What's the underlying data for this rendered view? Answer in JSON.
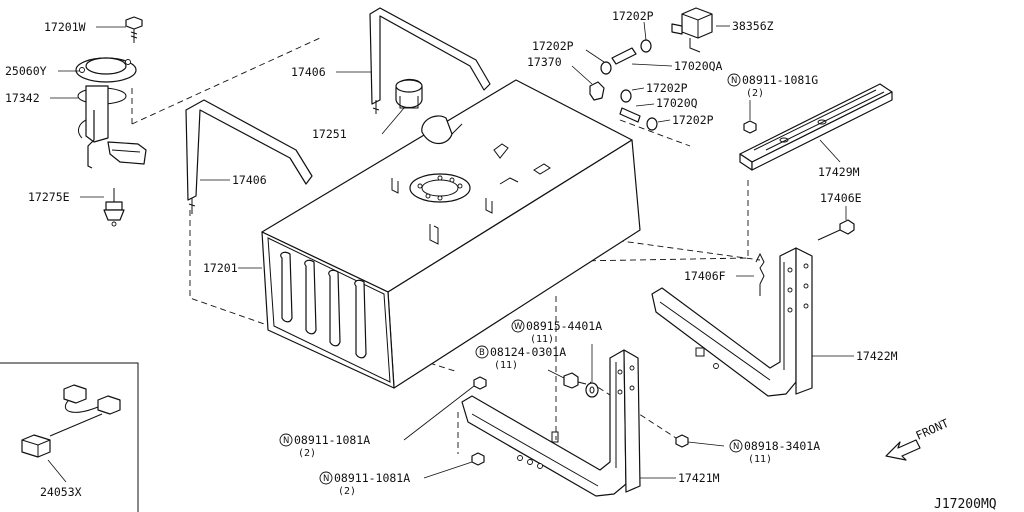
{
  "labels": {
    "p17201W": "17201W",
    "p25060Y": "25060Y",
    "p17342": "17342",
    "p17275E": "17275E",
    "p17406_top": "17406",
    "p17406_left": "17406",
    "p17251": "17251",
    "p17201": "17201",
    "p17202P_a": "17202P",
    "p17202P_b": "17202P",
    "p17202P_c": "17202P",
    "p17202P_d": "17202P",
    "p38356Z": "38356Z",
    "p17370": "17370",
    "p17020QA": "17020QA",
    "p17020Q": "17020Q",
    "p08911_1081G": "08911-1081G",
    "p08911_1081G_qty": "(2)",
    "p17429M": "17429M",
    "p17406E": "17406E",
    "p17406F": "17406F",
    "p17422M": "17422M",
    "p08915_4401A": "08915-4401A",
    "p08915_4401A_qty": "(11)",
    "p08124_0301A": "08124-0301A",
    "p08124_0301A_qty": "(11)",
    "p08911_1081A_a": "08911-1081A",
    "p08911_1081A_a_qty": "(2)",
    "p08911_1081A_b": "08911-1081A",
    "p08911_1081A_b_qty": "(2)",
    "p08918_3401A": "08918-3401A",
    "p08918_3401A_qty": "(11)",
    "p17421M": "17421M",
    "p24053X": "24053X",
    "front": "FRONT",
    "diagram_code": "J17200MQ"
  },
  "prefix_symbols": {
    "nut": "N",
    "washer": "W",
    "bolt": "B"
  }
}
